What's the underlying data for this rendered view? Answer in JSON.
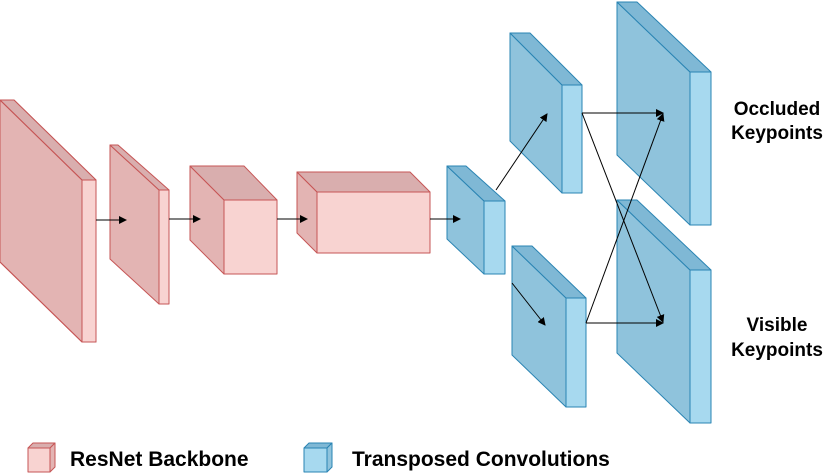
{
  "outputs": {
    "occluded": {
      "line1": "Occluded",
      "line2": "Keypoints"
    },
    "visible": {
      "line1": "Visible",
      "line2": "Keypoints"
    }
  },
  "legend": {
    "backbone": "ResNet Backbone",
    "transposed": "Transposed Convolutions"
  },
  "colors": {
    "backbone_front": "#f8d3d1",
    "backbone_side": "#e3b4b3",
    "backbone_top": "#d9aeae",
    "backbone_stroke": "#c65656",
    "deconv_front": "#a7d9ef",
    "deconv_side": "#8fc3dc",
    "deconv_top": "#7fb8d5",
    "deconv_stroke": "#2a84b3"
  }
}
